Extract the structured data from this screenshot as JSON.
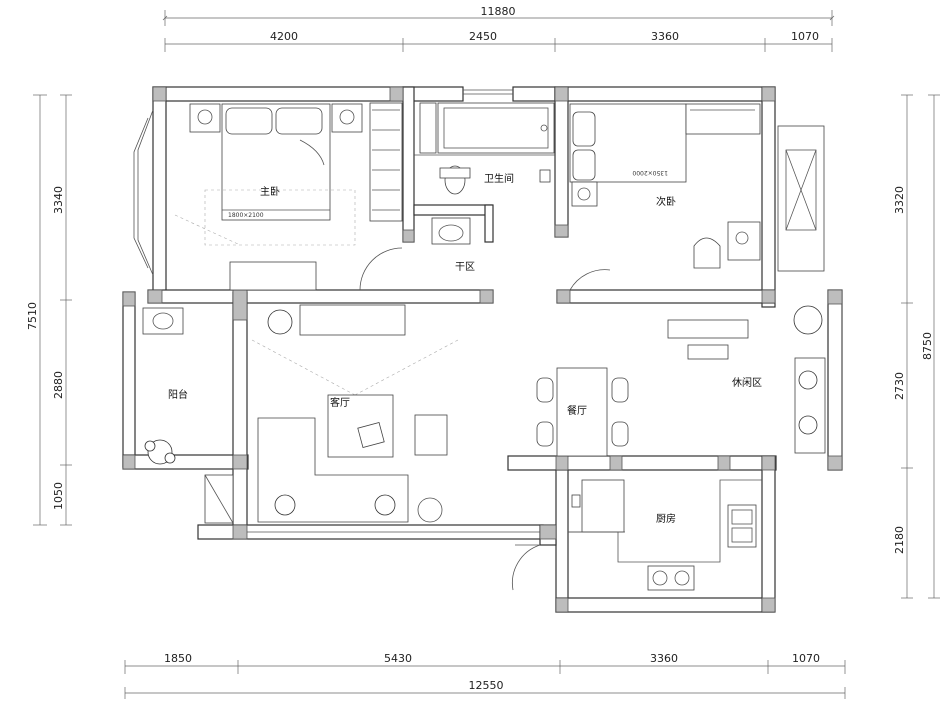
{
  "dimensions": {
    "top_total": "11880",
    "top_segments": [
      "4200",
      "2450",
      "3360",
      "1070"
    ],
    "bottom_total": "12550",
    "bottom_segments": [
      "1850",
      "5430",
      "3360",
      "1070"
    ],
    "left_total": "7510",
    "left_segments": [
      "3340",
      "2880",
      "1050"
    ],
    "right_total": "8750",
    "right_segments": [
      "3320",
      "2730",
      "2180"
    ]
  },
  "rooms": {
    "master_bedroom": "主卧",
    "bathroom": "卫生间",
    "dry_area": "干区",
    "second_bedroom": "次卧",
    "balcony": "阳台",
    "living_room": "客厅",
    "dining_room": "餐厅",
    "leisure_area": "休闲区",
    "kitchen": "厨房"
  },
  "furniture_labels": {
    "master_bed_size": "1800×2100",
    "second_bed_size": "1350×2000"
  }
}
